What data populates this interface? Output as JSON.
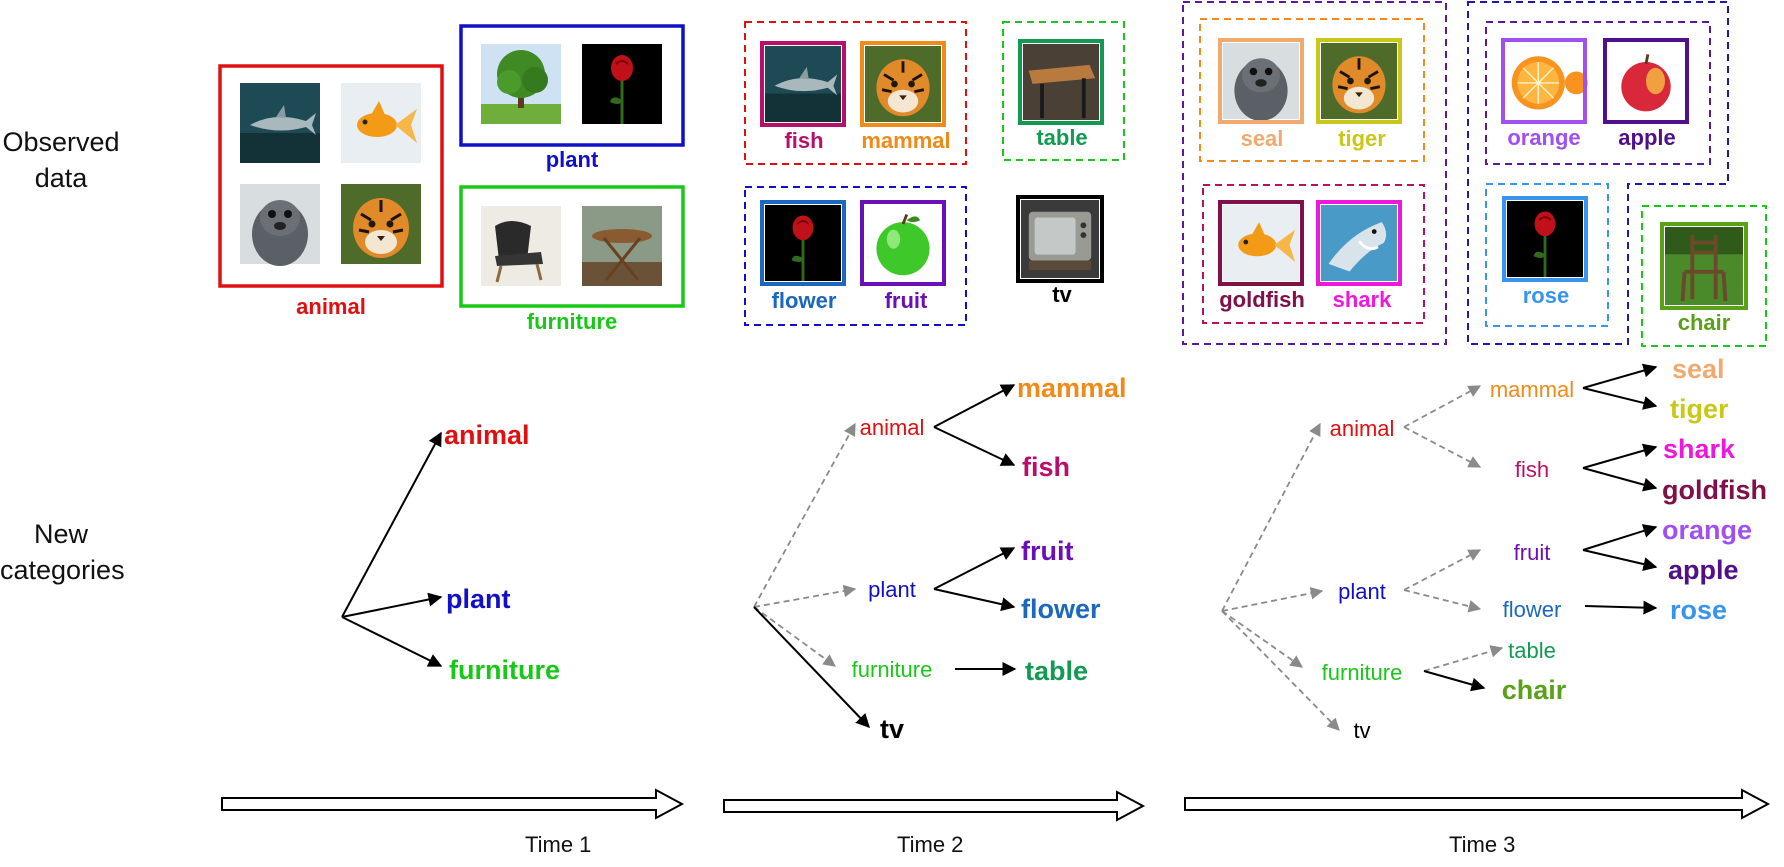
{
  "row_labels": {
    "observed": "Observed\ndata",
    "new": "New\ncategories"
  },
  "time_labels": [
    "Time 1",
    "Time 2",
    "Time 3"
  ],
  "colors": {
    "animal": "#e01010",
    "plant": "#1010c8",
    "furniture": "#18c818",
    "fish": "#b8106a",
    "mammal": "#f08a18",
    "table": "#129a52",
    "flower": "#1c68c0",
    "fruit": "#6a10b8",
    "tv": "#000000",
    "seal": "#f0aa70",
    "tiger": "#c8c818",
    "goldfish": "#801048",
    "shark": "#ee18dd",
    "orange": "#a050f0",
    "apple": "#50108a",
    "rose": "#3894ec",
    "chair": "#5aa018",
    "arrow_gray": "#8a8a8a",
    "group_purple": "#5a1aa0",
    "group_blue": "#1c1ca8"
  },
  "time1": {
    "groups": [
      {
        "label": "animal",
        "color_key": "animal",
        "images": [
          "shark-photo",
          "goldfish-photo",
          "seal-photo",
          "tiger-photo"
        ]
      },
      {
        "label": "plant",
        "color_key": "plant",
        "images": [
          "tree-photo",
          "rose-photo"
        ]
      },
      {
        "label": "furniture",
        "color_key": "furniture",
        "images": [
          "armchair-photo",
          "table-photo"
        ]
      }
    ],
    "tree": {
      "leaves": [
        "animal",
        "plant",
        "furniture"
      ]
    }
  },
  "time2": {
    "groups": [
      {
        "label": "fish",
        "color_key": "fish"
      },
      {
        "label": "mammal",
        "color_key": "mammal"
      },
      {
        "label": "table",
        "color_key": "table"
      },
      {
        "label": "flower",
        "color_key": "flower"
      },
      {
        "label": "fruit",
        "color_key": "fruit"
      },
      {
        "label": "tv",
        "color_key": "tv"
      }
    ],
    "tree": {
      "parents": [
        "animal",
        "plant",
        "furniture"
      ],
      "leaves": [
        "mammal",
        "fish",
        "fruit",
        "flower",
        "table",
        "tv"
      ]
    }
  },
  "time3": {
    "groups": [
      {
        "label": "seal",
        "color_key": "seal"
      },
      {
        "label": "tiger",
        "color_key": "tiger"
      },
      {
        "label": "goldfish",
        "color_key": "goldfish"
      },
      {
        "label": "shark",
        "color_key": "shark"
      },
      {
        "label": "orange",
        "color_key": "orange"
      },
      {
        "label": "apple",
        "color_key": "apple"
      },
      {
        "label": "rose",
        "color_key": "rose"
      },
      {
        "label": "chair",
        "color_key": "chair"
      }
    ],
    "tree": {
      "level1": [
        "animal",
        "plant",
        "furniture",
        "tv"
      ],
      "level2": [
        "mammal",
        "fish",
        "fruit",
        "flower",
        "table",
        "chair"
      ],
      "leaves": [
        "seal",
        "tiger",
        "shark",
        "goldfish",
        "orange",
        "apple",
        "rose"
      ]
    }
  }
}
